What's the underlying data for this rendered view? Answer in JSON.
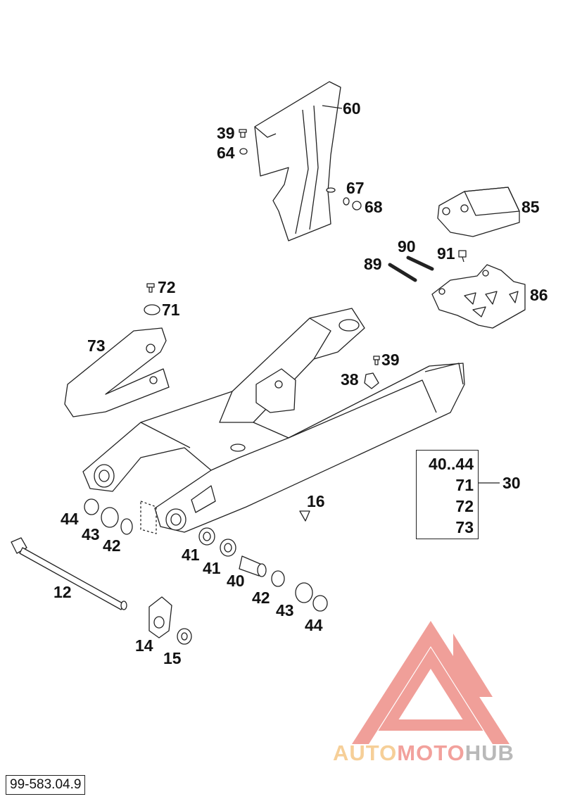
{
  "callouts": [
    {
      "id": "l60",
      "text": "60"
    },
    {
      "id": "l39a",
      "text": "39"
    },
    {
      "id": "l64",
      "text": "64"
    },
    {
      "id": "l67",
      "text": "67"
    },
    {
      "id": "l68",
      "text": "68"
    },
    {
      "id": "l85",
      "text": "85"
    },
    {
      "id": "l90",
      "text": "90"
    },
    {
      "id": "l89",
      "text": "89"
    },
    {
      "id": "l91",
      "text": "91"
    },
    {
      "id": "l86",
      "text": "86"
    },
    {
      "id": "l72",
      "text": "72"
    },
    {
      "id": "l71",
      "text": "71"
    },
    {
      "id": "l73",
      "text": "73"
    },
    {
      "id": "l39b",
      "text": "39"
    },
    {
      "id": "l38",
      "text": "38"
    },
    {
      "id": "l16",
      "text": "16"
    },
    {
      "id": "l44a",
      "text": "44"
    },
    {
      "id": "l43a",
      "text": "43"
    },
    {
      "id": "l42a",
      "text": "42"
    },
    {
      "id": "l41a",
      "text": "41"
    },
    {
      "id": "l41b",
      "text": "41"
    },
    {
      "id": "l40",
      "text": "40"
    },
    {
      "id": "l42b",
      "text": "42"
    },
    {
      "id": "l43b",
      "text": "43"
    },
    {
      "id": "l44b",
      "text": "44"
    },
    {
      "id": "l12",
      "text": "12"
    },
    {
      "id": "l14",
      "text": "14"
    },
    {
      "id": "l15",
      "text": "15"
    },
    {
      "id": "l30",
      "text": "30"
    }
  ],
  "kit": {
    "items": [
      "40..44",
      "71",
      "72",
      "73"
    ]
  },
  "document_number": "99-583.04.9",
  "watermark": {
    "part1": "AUTO",
    "part2": "MOTO",
    "part3": "HUB",
    "colors": {
      "auto": "#f6cf98",
      "moto": "#f2a19c",
      "hub": "#b9b9b9",
      "triangle": "#ee8f88"
    }
  }
}
